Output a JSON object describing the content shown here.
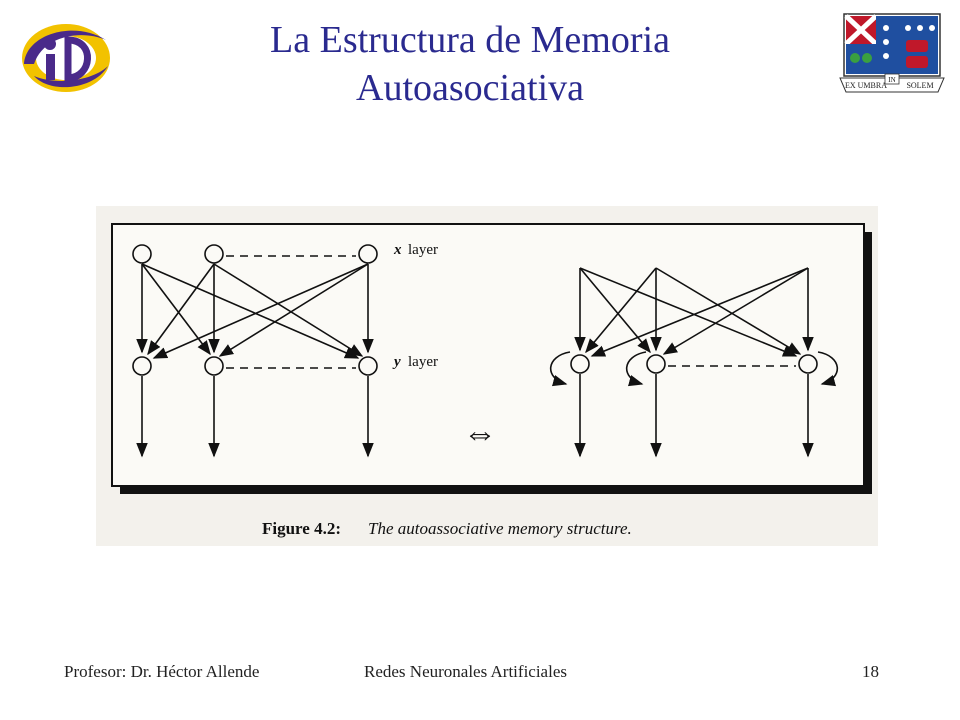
{
  "slide": {
    "title_line1": "La Estructura de Memoria",
    "title_line2": "Autoasociativa",
    "footer_left": "Profesor: Dr. Héctor Allende",
    "footer_center": "Redes Neuronales Artificiales",
    "page_number": "18",
    "title_color": "#2a2a8f"
  },
  "figure": {
    "x_layer_var": "x",
    "x_layer_word": "layer",
    "y_layer_var": "y",
    "y_layer_word": "layer",
    "caption_bold": "Figure 4.2:",
    "caption_italic": "The autoassociative memory structure.",
    "equivalence_symbol": "⇔"
  },
  "logo_right": {
    "motto_left": "EX UMBRA",
    "motto_mid": "IN",
    "motto_right": "SOLEM"
  }
}
